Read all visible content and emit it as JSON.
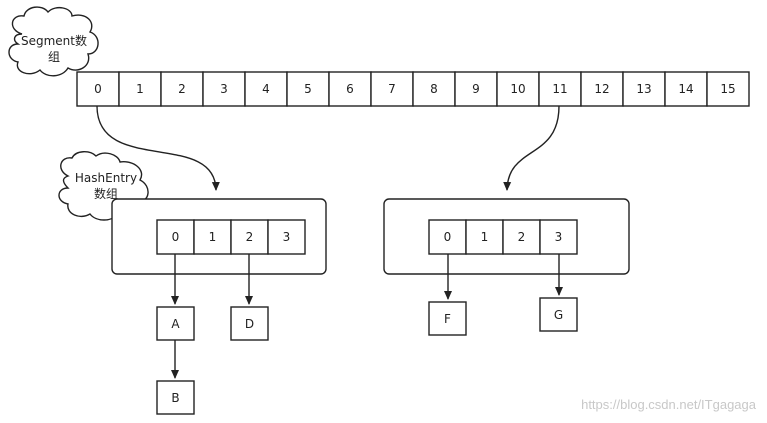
{
  "segment_label": [
    "Segment数",
    "组"
  ],
  "hashentry_label": [
    "HashEntry",
    "数组"
  ],
  "segment_cells": [
    "0",
    "1",
    "2",
    "3",
    "4",
    "5",
    "6",
    "7",
    "8",
    "9",
    "10",
    "11",
    "12",
    "13",
    "14",
    "15"
  ],
  "left_table": {
    "cells": [
      "0",
      "1",
      "2",
      "3"
    ],
    "nodes": {
      "a": "A",
      "b": "B",
      "d": "D"
    }
  },
  "right_table": {
    "cells": [
      "0",
      "1",
      "2",
      "3"
    ],
    "nodes": {
      "f": "F",
      "g": "G"
    }
  },
  "watermark": "https://blog.csdn.net/ITgagaga",
  "colors": {
    "stroke": "#222222",
    "watermark": "#c8c8c8"
  }
}
